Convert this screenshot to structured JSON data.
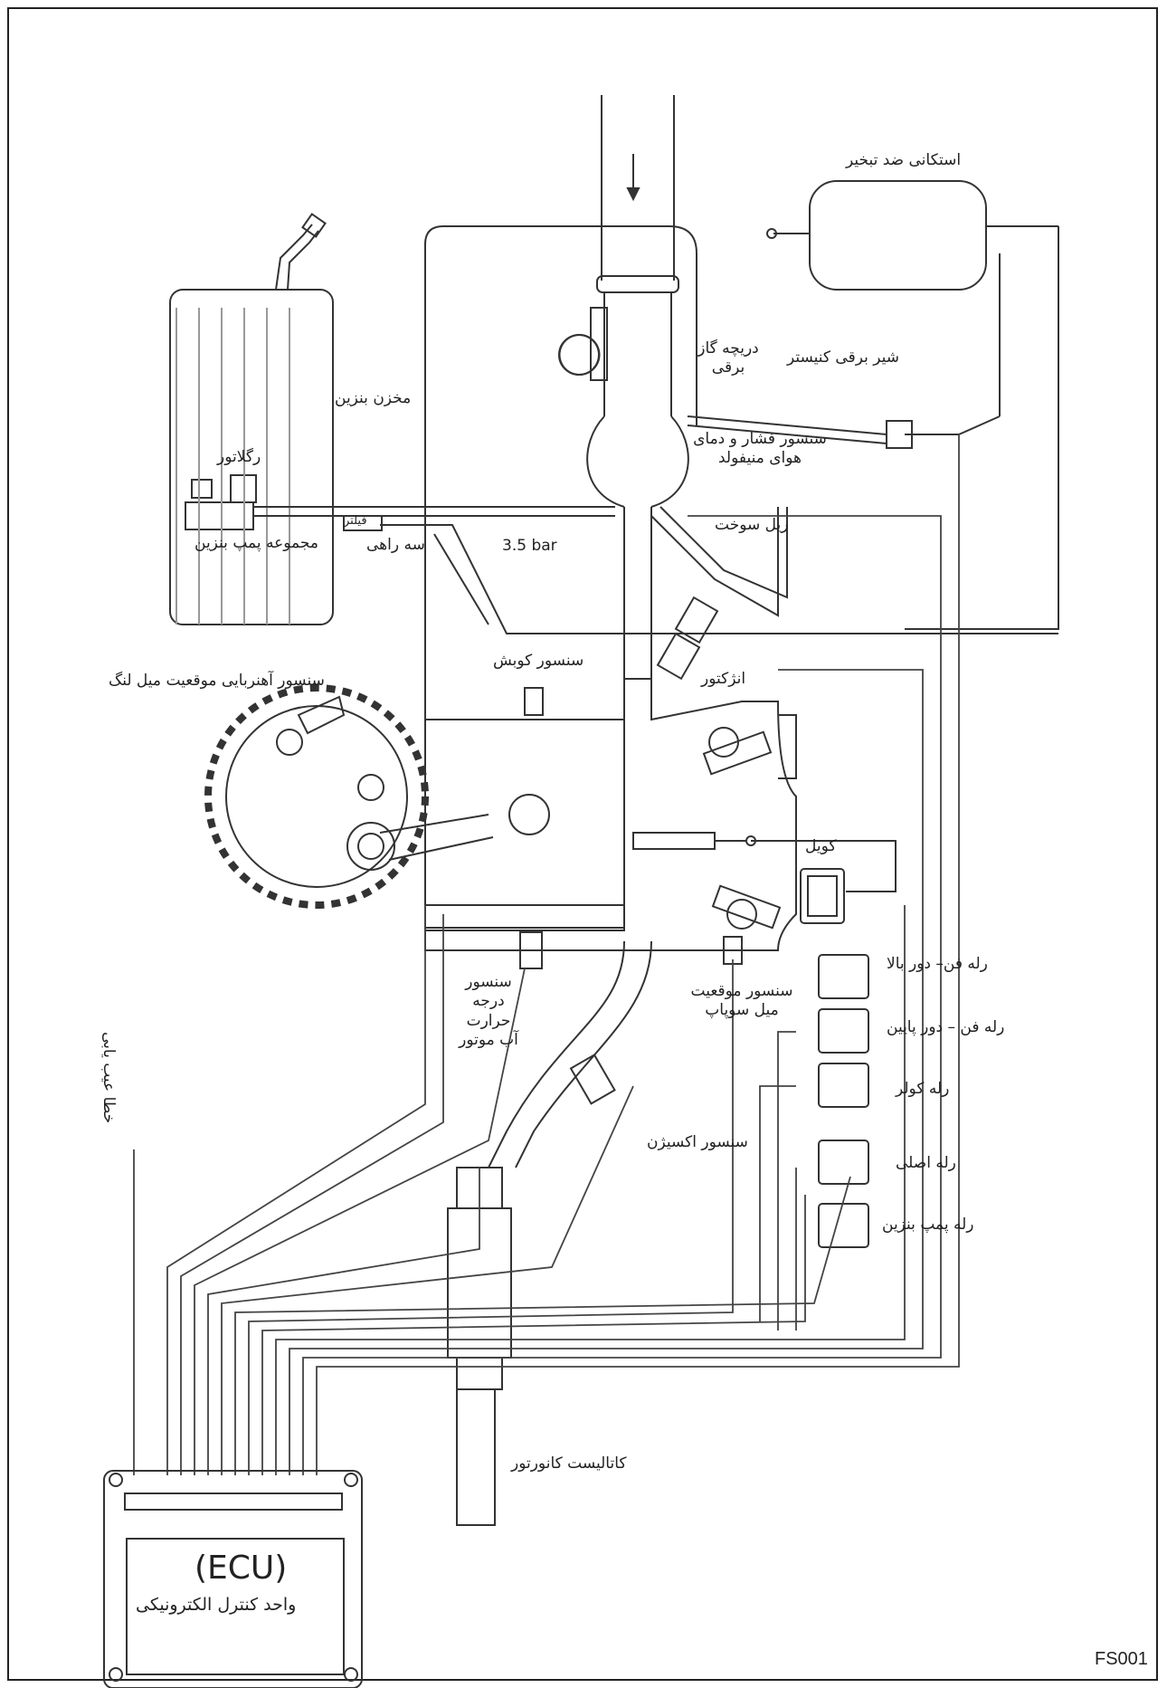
{
  "figure_code": "FS001",
  "labels": {
    "canister": "استکانی ضد تبخیر",
    "canister_valve": "شیر برقی کنیستر",
    "throttle": "دریچه گاز برقی",
    "fuel_tank": "مخزن بنزین",
    "regulator": "رگلاتور",
    "fuel_pump_assembly": "مجموعه پمپ بنزین",
    "filter": "فیلتر",
    "three_way": "سه راهی",
    "map_sensor": "سنسور فشار و دمای هوای منیفولد",
    "fuel_rail": "ریل سوخت",
    "pressure": "3.5 bar",
    "knock_sensor": "سنسور کوبش",
    "crank_sensor": "سنسور آهنربایی موقعیت میل لنگ",
    "injector": "انژکتور",
    "coil": "کویل",
    "coolant_temp": "سنسور درجه حرارت آب موتور",
    "cam_sensor": "سنسور موقعیت میل سوپاپ",
    "oxygen_sensor": "سنسور اکسیژن",
    "fault_lamp": "خطا عیب یابی",
    "relay_fan_high": "رله فن– دور بالا",
    "relay_fan_low": "رله فن – دور پایین",
    "relay_ac": "رله کولر",
    "relay_main": "رله اصلی",
    "relay_pump": "رله پمپ بنزین",
    "catalyst": "کاتالیست کانورتور",
    "ecu_code": "(ECU)",
    "ecu_name": "واحد کنترل الکترونیکی"
  }
}
